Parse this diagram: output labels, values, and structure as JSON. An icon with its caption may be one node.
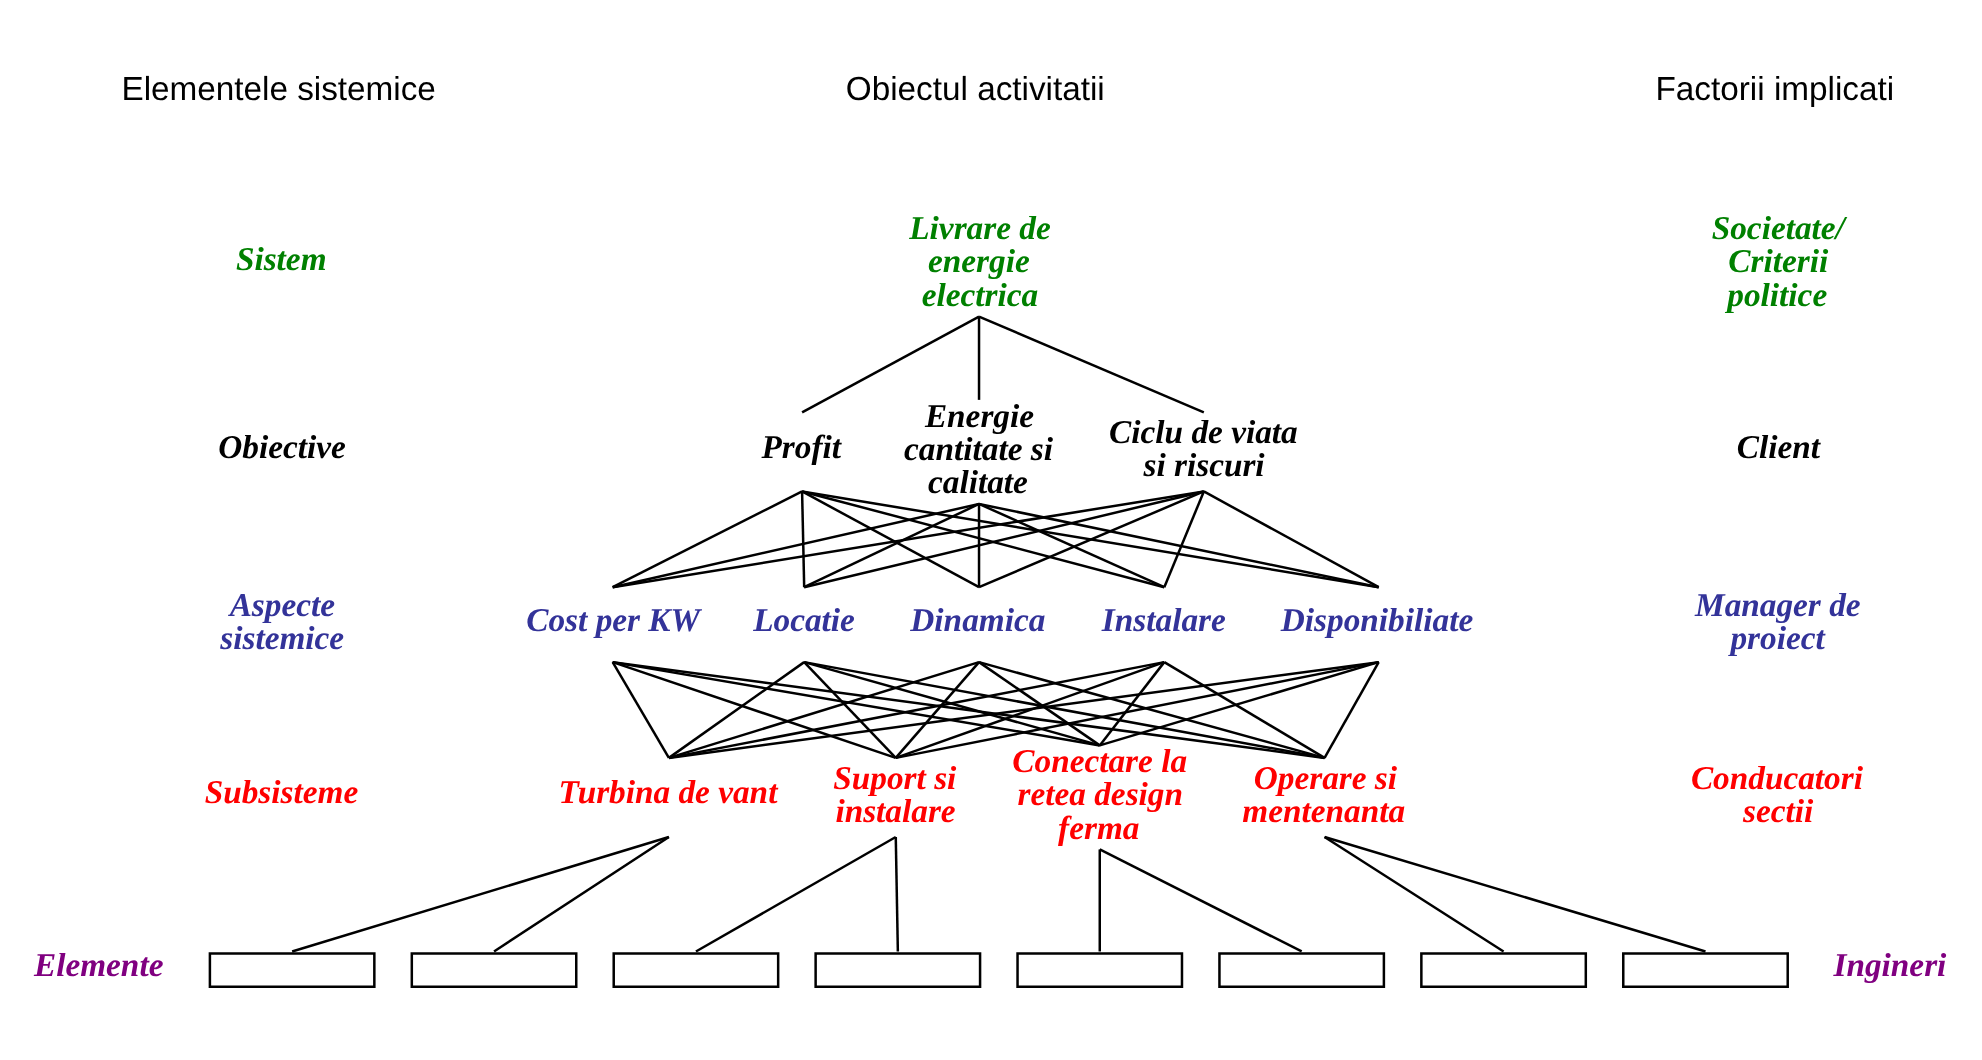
{
  "diagram": {
    "nodes": [
      {
        "text": [
          "Livrare de energie electrica"
        ]
      },
      {
        "text": [
          "Profit"
        ]
      },
      {
        "text": [
          "Energie cantitate si calitate"
        ]
      },
      {
        "text": [
          "Ciclu de viata si riscuri"
        ]
      },
      {
        "text": [
          "Cost per KW"
        ]
      },
      {
        "text": [
          "Locatie"
        ]
      },
      {
        "text": [
          "Dinamica"
        ]
      },
      {
        "text": [
          "Instalare"
        ]
      },
      {
        "text": [
          "Disponibiliate"
        ]
      },
      {
        "text": [
          "Turbina de vant"
        ]
      },
      {
        "text": [
          "Suport si instalare"
        ]
      },
      {
        "text": [
          "Conectare la retea design ferma"
        ]
      },
      {
        "text": [
          "Operare si mentenanta"
        ]
      },
      {
        "text": [],
        "shape": "box"
      },
      {
        "text": [],
        "shape": "box"
      },
      {
        "text": [],
        "shape": "box"
      },
      {
        "text": [],
        "shape": "box"
      },
      {
        "text": [],
        "shape": "box"
      },
      {
        "text": [],
        "shape": "box"
      },
      {
        "text": [],
        "shape": "box"
      },
      {
        "text": [],
        "shape": "box"
      }
    ],
    "edges": [
      {
        "from": 0,
        "to": 1,
        "arrow": "none"
      },
      {
        "from": 0,
        "to": 2,
        "arrow": "none"
      },
      {
        "from": 0,
        "to": 3,
        "arrow": "none"
      },
      {
        "from": 1,
        "to": 4,
        "arrow": "none"
      },
      {
        "from": 1,
        "to": 5,
        "arrow": "none"
      },
      {
        "from": 1,
        "to": 6,
        "arrow": "none"
      },
      {
        "from": 1,
        "to": 7,
        "arrow": "none"
      },
      {
        "from": 1,
        "to": 8,
        "arrow": "none"
      },
      {
        "from": 2,
        "to": 4,
        "arrow": "none"
      },
      {
        "from": 2,
        "to": 5,
        "arrow": "none"
      },
      {
        "from": 2,
        "to": 6,
        "arrow": "none"
      },
      {
        "from": 2,
        "to": 7,
        "arrow": "none"
      },
      {
        "from": 2,
        "to": 8,
        "arrow": "none"
      },
      {
        "from": 3,
        "to": 4,
        "arrow": "none"
      },
      {
        "from": 3,
        "to": 5,
        "arrow": "none"
      },
      {
        "from": 3,
        "to": 6,
        "arrow": "none"
      },
      {
        "from": 3,
        "to": 7,
        "arrow": "none"
      },
      {
        "from": 3,
        "to": 8,
        "arrow": "none"
      },
      {
        "from": 4,
        "to": 9,
        "arrow": "none"
      },
      {
        "from": 4,
        "to": 10,
        "arrow": "none"
      },
      {
        "from": 4,
        "to": 11,
        "arrow": "none"
      },
      {
        "from": 4,
        "to": 12,
        "arrow": "none"
      },
      {
        "from": 5,
        "to": 9,
        "arrow": "none"
      },
      {
        "from": 5,
        "to": 10,
        "arrow": "none"
      },
      {
        "from": 5,
        "to": 11,
        "arrow": "none"
      },
      {
        "from": 5,
        "to": 12,
        "arrow": "none"
      },
      {
        "from": 6,
        "to": 9,
        "arrow": "none"
      },
      {
        "from": 6,
        "to": 10,
        "arrow": "none"
      },
      {
        "from": 6,
        "to": 11,
        "arrow": "none"
      },
      {
        "from": 6,
        "to": 12,
        "arrow": "none"
      },
      {
        "from": 7,
        "to": 9,
        "arrow": "none"
      },
      {
        "from": 7,
        "to": 10,
        "arrow": "none"
      },
      {
        "from": 7,
        "to": 11,
        "arrow": "none"
      },
      {
        "from": 7,
        "to": 12,
        "arrow": "none"
      },
      {
        "from": 8,
        "to": 9,
        "arrow": "none"
      },
      {
        "from": 8,
        "to": 10,
        "arrow": "none"
      },
      {
        "from": 8,
        "to": 11,
        "arrow": "none"
      },
      {
        "from": 8,
        "to": 12,
        "arrow": "none"
      },
      {
        "from": 9,
        "to": 13,
        "arrow": "none"
      },
      {
        "from": 9,
        "to": 14,
        "arrow": "none"
      },
      {
        "from": 10,
        "to": 15,
        "arrow": "none"
      },
      {
        "from": 10,
        "to": 16,
        "arrow": "none"
      },
      {
        "from": 11,
        "to": 17,
        "arrow": "none"
      },
      {
        "from": 11,
        "to": 18,
        "arrow": "none"
      },
      {
        "from": 12,
        "to": 19,
        "arrow": "none"
      },
      {
        "from": 12,
        "to": 20,
        "arrow": "none"
      }
    ],
    "labels": [
      "Elementele sistemice",
      "Obiectul activitatii",
      "Factorii implicati",
      "Sistem",
      "Societate/ Criterii politice",
      "Obiective",
      "Client",
      "Aspecte sistemice",
      "Manager de proiect",
      "Subsisteme",
      "Conducatori sectii",
      "Elemente",
      "Ingineri"
    ]
  }
}
